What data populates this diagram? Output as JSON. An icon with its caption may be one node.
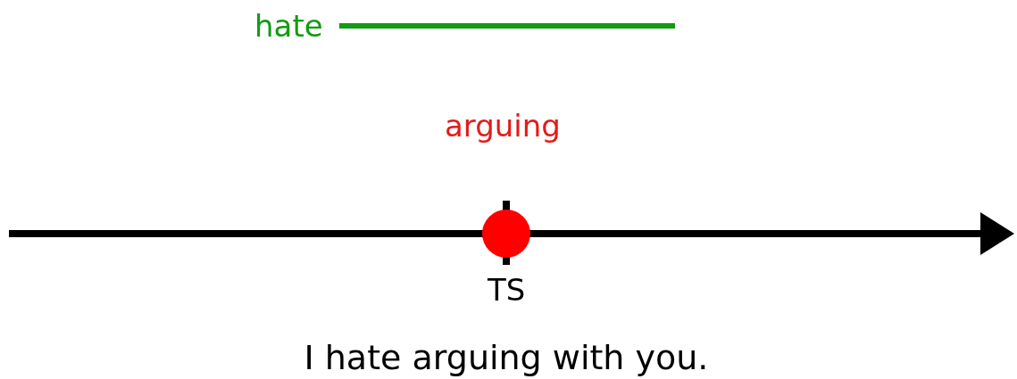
{
  "diagram": {
    "caption": "I hate arguing with you.",
    "labels": [
      "hate",
      "arguing",
      "TS"
    ]
  }
}
